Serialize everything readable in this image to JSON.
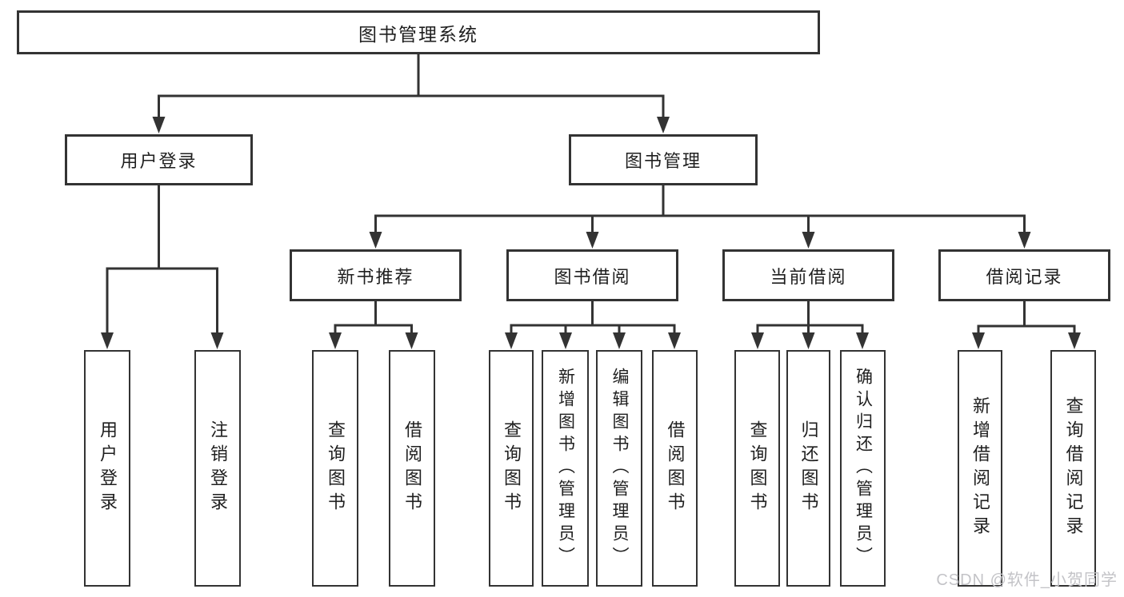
{
  "diagram": {
    "root": {
      "label": "图书管理系统"
    },
    "branches": [
      {
        "label": "用户登录",
        "children": [
          {
            "label": "用户登录"
          },
          {
            "label": "注销登录"
          }
        ]
      },
      {
        "label": "图书管理",
        "children": [
          {
            "label": "新书推荐",
            "children": [
              {
                "label": "查询图书"
              },
              {
                "label": "借阅图书"
              }
            ]
          },
          {
            "label": "图书借阅",
            "children": [
              {
                "label": "查询图书"
              },
              {
                "label": "新增图书（管理员）"
              },
              {
                "label": "编辑图书（管理员）"
              },
              {
                "label": "借阅图书"
              }
            ]
          },
          {
            "label": "当前借阅",
            "children": [
              {
                "label": "查询图书"
              },
              {
                "label": "归还图书"
              },
              {
                "label": "确认归还（管理员）"
              }
            ]
          },
          {
            "label": "借阅记录",
            "children": [
              {
                "label": "新增借阅记录"
              },
              {
                "label": "查询借阅记录"
              }
            ]
          }
        ]
      }
    ]
  },
  "watermark": {
    "text": "CSDN @软件_小贺同学"
  }
}
